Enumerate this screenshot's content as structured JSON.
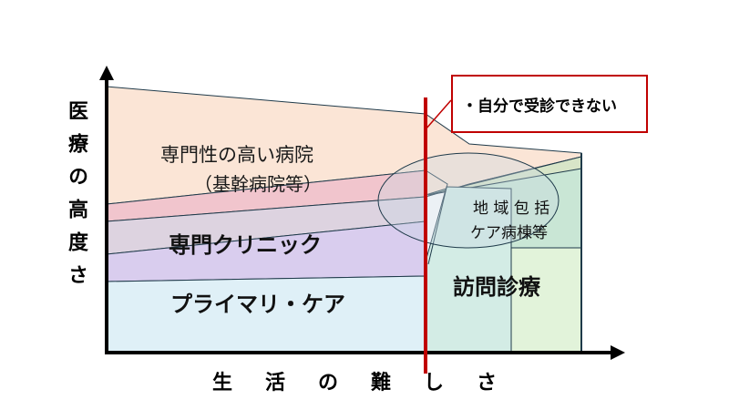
{
  "axes": {
    "y_label": "医療の高度さ",
    "x_label_chars": [
      "生",
      "活",
      "の",
      "難",
      "し",
      "さ"
    ]
  },
  "regions": {
    "specialized_hospital": "専門性の高い病院",
    "specialized_hospital_sub": "（基幹病院等）",
    "specialized_clinic": "専門クリニック",
    "primary_care": "プライマリ・ケア",
    "community_care_line1": "地 域 包 括",
    "community_care_line2": "ケア病棟等",
    "home_care": "訪問診療"
  },
  "callout": {
    "text": "・自分で受診できない"
  },
  "colors": {
    "threshold_line": "#c00000",
    "hospital": "#fbe5d6",
    "hospital_sub": "#f1c5cd",
    "clinic_upper": "#ddd3e0",
    "clinic": "#d9cdee",
    "primary": "#dff0f7",
    "home_care": "#d3ece5",
    "home_care_right": "#e2f3da",
    "community": "#c9e6d5"
  }
}
